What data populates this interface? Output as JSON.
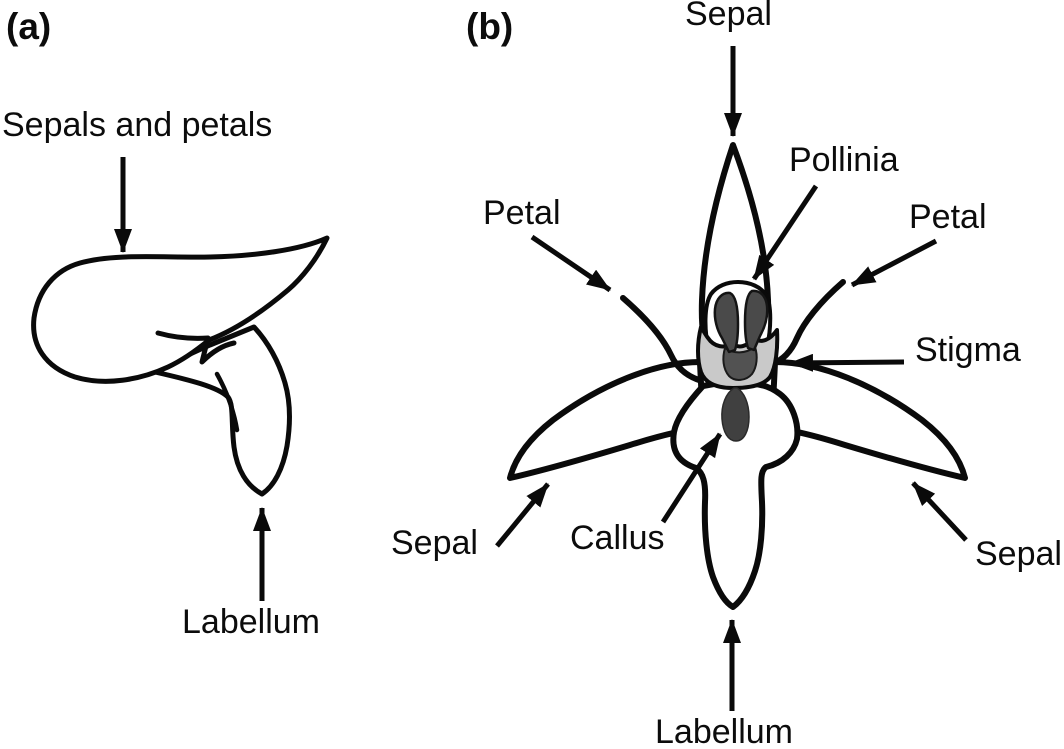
{
  "figure": {
    "description": "Orchid flower morphology diagram: (a) side view, (b) front view",
    "panel_a": {
      "tag": "(a)",
      "labels": {
        "sepals_and_petals": "Sepals and petals",
        "labellum": "Labellum"
      }
    },
    "panel_b": {
      "tag": "(b)",
      "labels": {
        "sepal_top": "Sepal",
        "pollinia": "Pollinia",
        "petal_left": "Petal",
        "petal_right": "Petal",
        "stigma": "Stigma",
        "callus": "Callus",
        "sepal_bottom_left": "Sepal",
        "sepal_bottom_right": "Sepal",
        "labellum": "Labellum"
      }
    },
    "colors": {
      "background": "#ffffff",
      "outline": "#0a0a0a",
      "pollinia": "#4a4a4a",
      "stigma_cup": "#c9c9c9",
      "stigma_patch": "#525252",
      "callus": "#404040"
    }
  }
}
